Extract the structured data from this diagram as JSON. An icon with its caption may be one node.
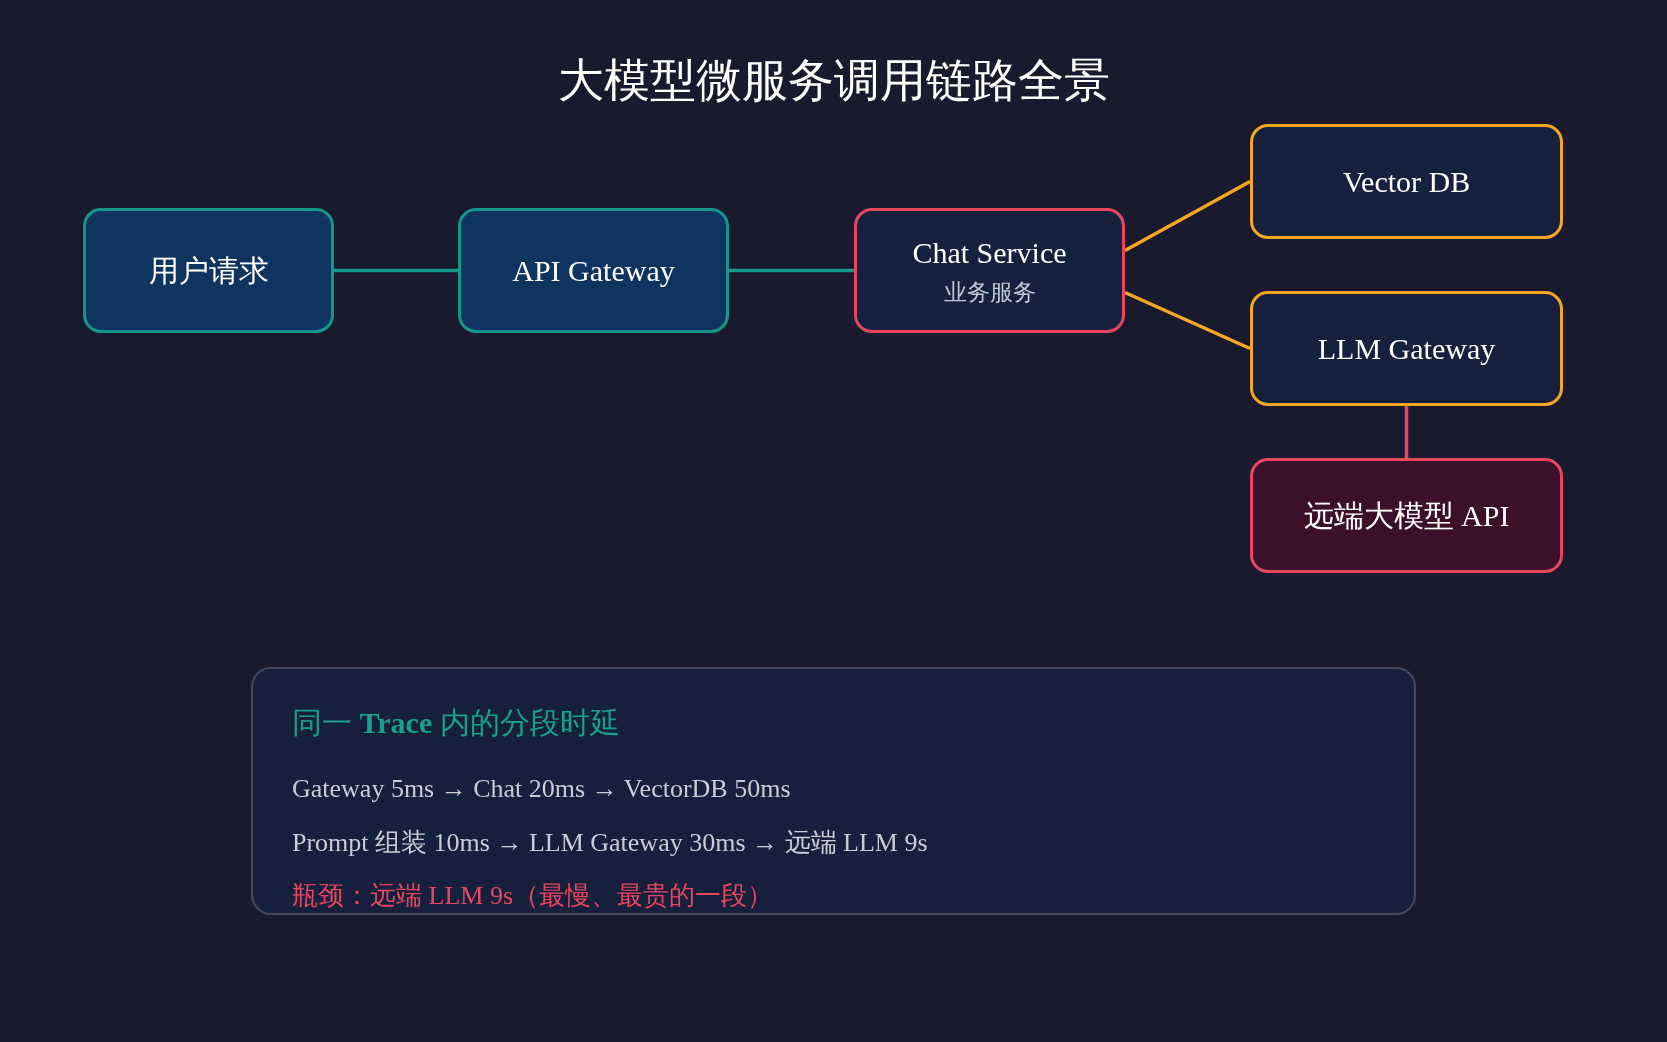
{
  "diagram": {
    "title": "大模型微服务调用链路全景",
    "nodes": [
      {
        "text": [
          "用户请求"
        ]
      },
      {
        "text": [
          "API Gateway"
        ]
      },
      {
        "text": [
          "Chat Service",
          "业务服务"
        ]
      },
      {
        "text": [
          "Vector DB"
        ]
      },
      {
        "text": [
          "LLM Gateway"
        ]
      },
      {
        "text": [
          "远端大模型 API"
        ]
      },
      {
        "text": [
          "同一 **Trace** 内的分段时延",
          "Gateway 5ms → Chat 20ms → VectorDB 50ms",
          "Prompt 组装 10ms → LLM Gateway 30ms → 远端 LLM 9s",
          "瓶颈：远端 LLM 9s（最慢、最贵的一段）"
        ]
      }
    ],
    "edges": [
      {
        "from": 0,
        "to": 1,
        "arrow": "none",
        "color": "#14988c"
      },
      {
        "from": 1,
        "to": 2,
        "arrow": "none",
        "color": "#14988c"
      },
      {
        "from": 2,
        "to": 3,
        "arrow": "none",
        "color": "#f5a623"
      },
      {
        "from": 2,
        "to": 4,
        "arrow": "none",
        "color": "#f5a623"
      },
      {
        "from": 4,
        "to": 5,
        "arrow": "none",
        "color": "#e8455e"
      }
    ]
  }
}
